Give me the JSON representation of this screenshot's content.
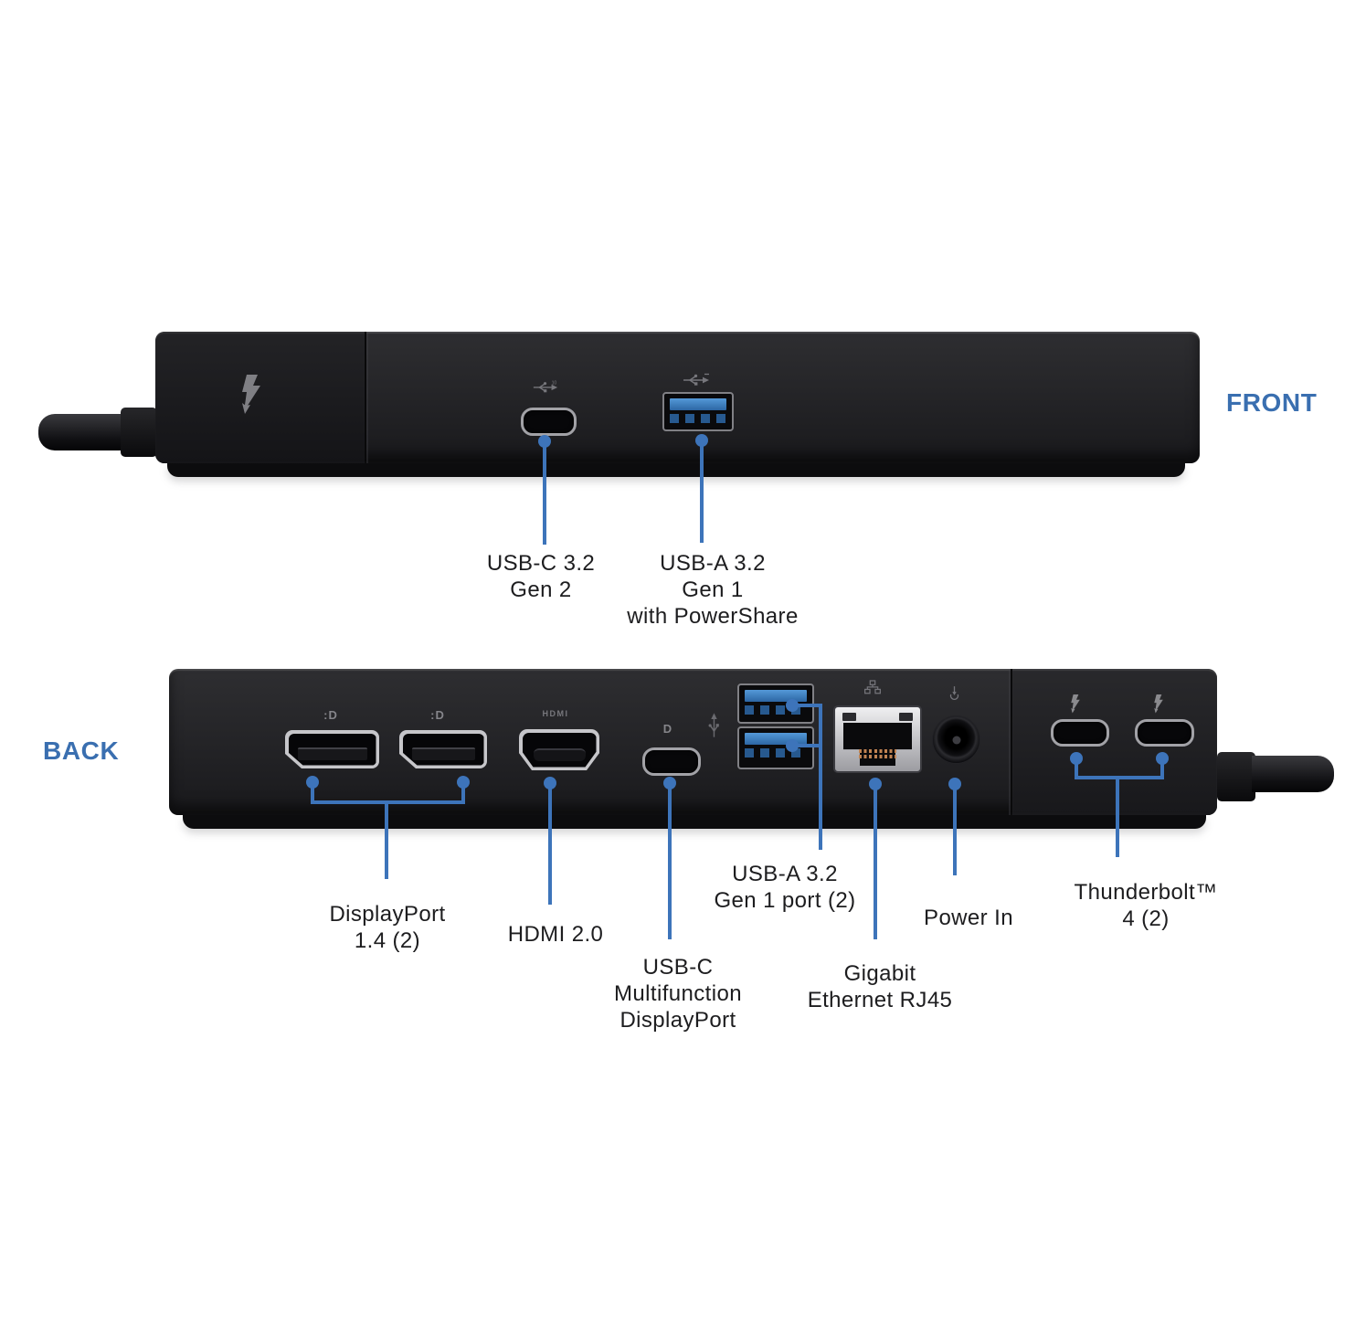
{
  "colors": {
    "accent_callout_blue": "#3d74ba",
    "view_label_blue": "#3a6fb0",
    "label_text": "#1d1d1f",
    "usb_port_blue": "#3579bb",
    "background": "#ffffff"
  },
  "front_view": {
    "side_label": "FRONT",
    "callouts": [
      {
        "lines": [
          "USB-C 3.2",
          "Gen 2"
        ]
      },
      {
        "lines": [
          "USB-A 3.2",
          "Gen 1",
          "with PowerShare"
        ]
      }
    ]
  },
  "back_view": {
    "side_label": "BACK",
    "callouts": [
      {
        "lines": [
          "DisplayPort",
          "1.4 (2)"
        ]
      },
      {
        "lines": [
          "HDMI 2.0"
        ]
      },
      {
        "lines": [
          "USB-C",
          "Multifunction",
          "DisplayPort"
        ]
      },
      {
        "lines": [
          "USB-A 3.2",
          "Gen 1 port (2)"
        ]
      },
      {
        "lines": [
          "Gigabit",
          "Ethernet RJ45"
        ]
      },
      {
        "lines": [
          "Power In"
        ]
      },
      {
        "lines": [
          "Thunderbolt™",
          "4 (2)"
        ]
      }
    ]
  },
  "icons": {
    "displayport_logo_text": ":D",
    "dp_alt_mode_logo_text": "D",
    "hdmi_logo_text": "HDMI"
  }
}
